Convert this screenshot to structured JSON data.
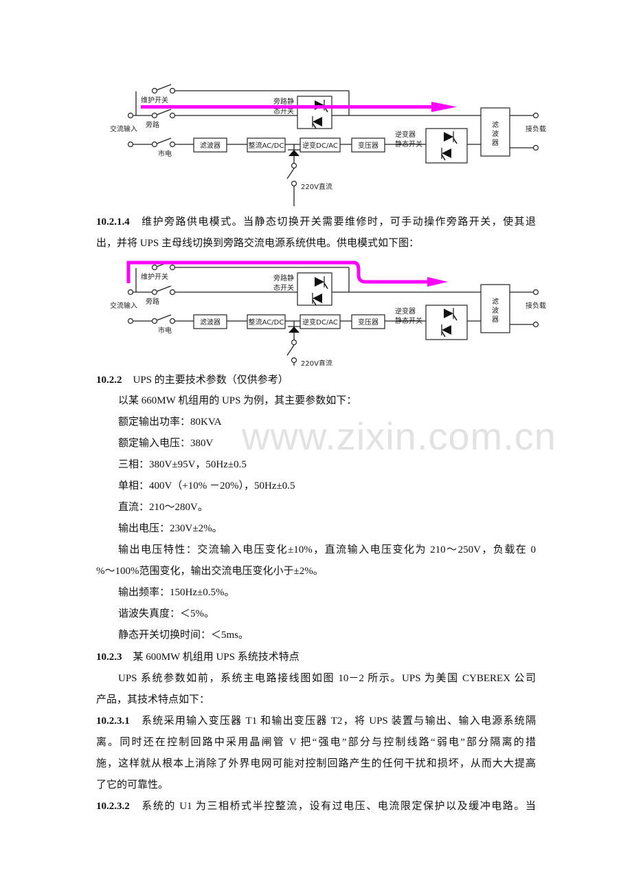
{
  "diagram": {
    "labels": {
      "maint_switch": "维护开关",
      "bypass": "旁路",
      "ac_input": "交流输入",
      "mains": "市电",
      "bypass_static_1": "旁路静",
      "bypass_static_2": "态开关",
      "filter": "滤波器",
      "rectifier": "整流AC/DC",
      "inverter": "逆变DC/AC",
      "transformer": "变压器",
      "inv_static_1": "逆变器",
      "inv_static_2": "静态开关",
      "out_filter_1": "滤",
      "out_filter_2": "波",
      "out_filter_3": "器",
      "load": "接负载",
      "dc": "220V直流"
    },
    "flow_color": "#ff00ff"
  },
  "sections": {
    "s10214": {
      "num": "10.2.1.4",
      "lines": [
        "维护旁路供电模式。当静态切换开关需要维修时，可手动操作旁路开关，使其退",
        "出，并将 UPS 主母线切换到旁路交流电源系统供电。供电模式如下图："
      ]
    },
    "s1022": {
      "num": "10.2.2",
      "title": "UPS 的主要技术参数（仅供参考）"
    },
    "params": [
      "以某 660MW 机组用的 UPS 为例，其主要参数如下：",
      "额定输出功率：80KVA",
      "额定输入电压：380V",
      "三相：380V±95V，50Hz±0.5",
      "单相：400V（+10%  －20%），50Hz±0.5",
      "直流：210～280V。",
      "输出电压：230V±2%。",
      "输出电压特性：交流输入电压变化±10%，直流输入电压变化为 210～250V，负载在 0",
      "%～100%范围变化，输出交流电压变化小于±2%。",
      "输出频率：150Hz±0.5%。",
      "谐波失真度：＜5%。",
      "静态开关切换时间：＜5ms。"
    ],
    "s1023": {
      "num": "10.2.3",
      "title": "某 600MW 机组用 UPS 系统技术特点",
      "lines": [
        "UPS 系统参数如前，系统主电路接线图如图 10－2 所示。UPS 为美国 CYBEREX 公司",
        "产品，其技术特点如下："
      ]
    },
    "s10231": {
      "num": "10.2.3.1",
      "lines": [
        "系统采用输入变压器 T1 和输出变压器 T2，将 UPS 装置与输出、输入电源系统隔",
        "离。同时还在控制回路中采用晶闸管 V 把“强电”部分与控制线路“弱电”部分隔离的措",
        "施，这样就从根本上消除了外界电网可能对控制回路产生的任何干扰和损坏，从而大大提高",
        "了它的可靠性。"
      ]
    },
    "s10232": {
      "num": "10.2.3.2",
      "lines": [
        "系统的 U1 为三相桥式半控整流，设有过电压、电流限定保护以及缓冲电路。当"
      ]
    }
  },
  "watermark": "www.zixin.com.cn"
}
